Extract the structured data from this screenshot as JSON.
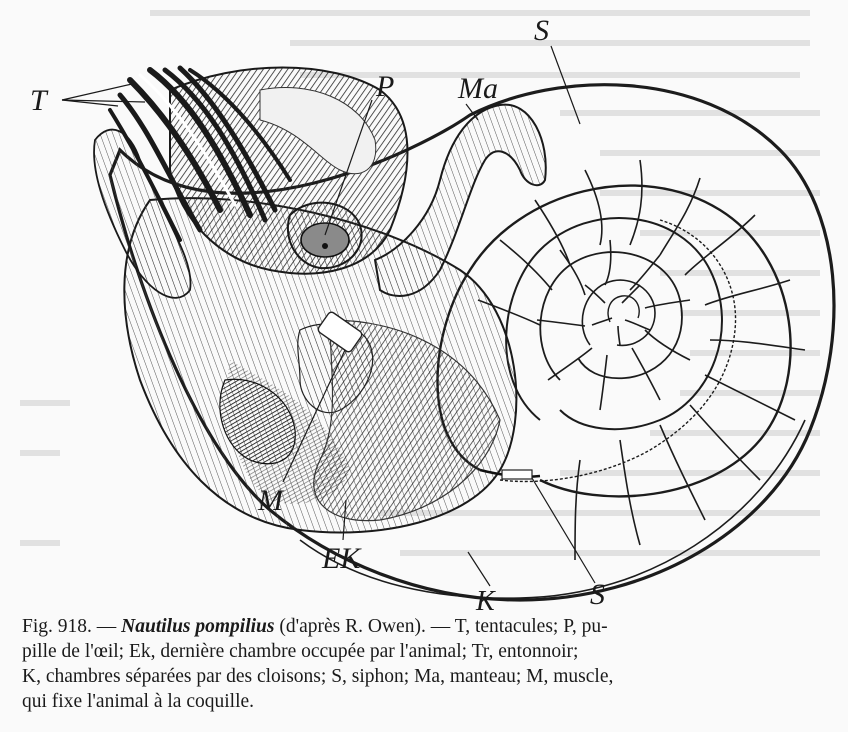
{
  "figure": {
    "labels": {
      "T": "T",
      "P": "P",
      "Ma": "Ma",
      "S_top": "S",
      "M": "M",
      "EK": "EK",
      "K": "K",
      "S_bottom": "S"
    },
    "caption": {
      "fig_number": "Fig. 918. —",
      "species": "Nautilus pompilius",
      "source": "(d'après R. Owen). —",
      "line_rest_1": "T, tentacules; P, pu-",
      "line_2": "pille de l'œil; Ek, dernière chambre occupée par l'animal; Tr, entonnoir;",
      "line_3": "K, chambres séparées par des cloisons; S, siphon; Ma, manteau; M, muscle,",
      "line_4": "qui fixe l'animal à la coquille."
    }
  }
}
